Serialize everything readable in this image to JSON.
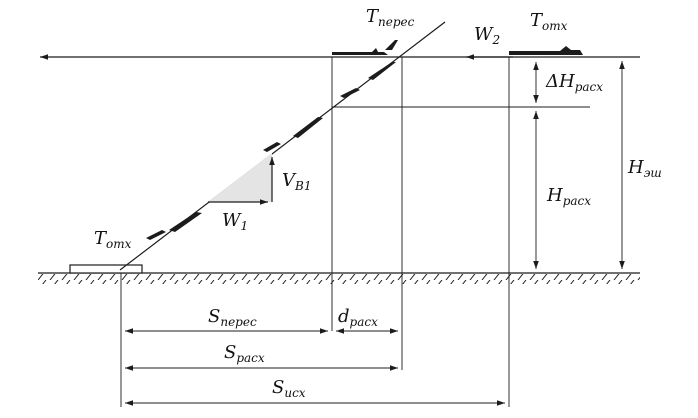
{
  "labels": {
    "t_peres": {
      "main": "T",
      "sub": "перес"
    },
    "w2": {
      "main": "W",
      "sub": "2"
    },
    "t_otx_top": {
      "main": "T",
      "sub": "отх"
    },
    "dh_rasx": {
      "main": "ΔH",
      "sub": "расх"
    },
    "h_esh": {
      "main": "H",
      "sub": "эш"
    },
    "h_rasx": {
      "main": "H",
      "sub": "расх"
    },
    "v_b1": {
      "main": "V",
      "sub": "B1"
    },
    "w1": {
      "main": "W",
      "sub": "1"
    },
    "t_otx_bottom": {
      "main": "T",
      "sub": "отх"
    },
    "s_peres": {
      "main": "S",
      "sub": "перес"
    },
    "d_rasx": {
      "main": "d",
      "sub": "расх"
    },
    "s_rasx": {
      "main": "S",
      "sub": "расх"
    },
    "s_isx": {
      "main": "S",
      "sub": "исх"
    }
  }
}
